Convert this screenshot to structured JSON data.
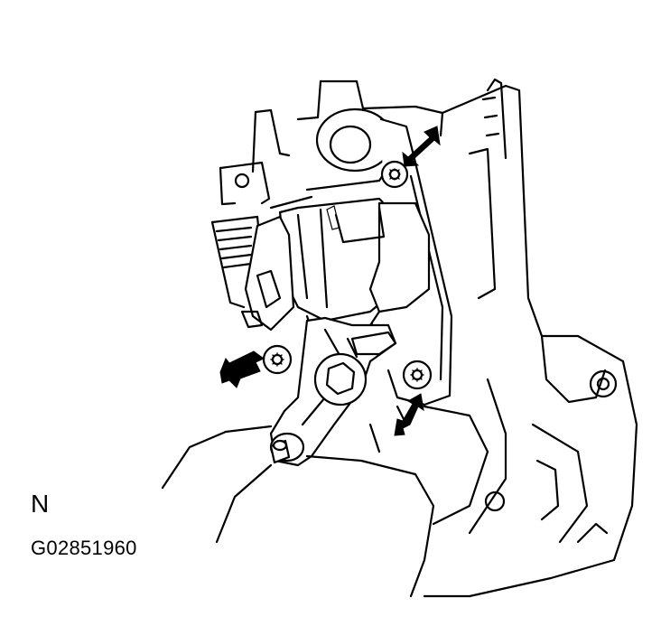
{
  "figure": {
    "orientation_letter": "N",
    "figure_code": "G02851960"
  },
  "callouts": {
    "count": 3,
    "icon": "black-arrow-icon"
  },
  "colors": {
    "ink": "#000000",
    "paper": "#ffffff"
  }
}
